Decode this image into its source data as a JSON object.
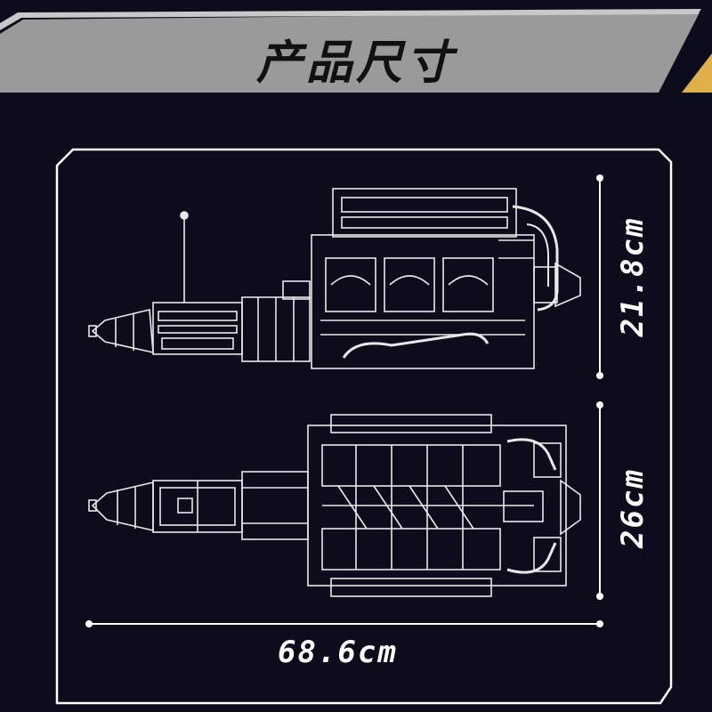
{
  "header": {
    "title": "产品尺寸"
  },
  "dimensions": {
    "height": "21.8cm",
    "width": "26cm",
    "length": "68.6cm"
  },
  "colors": {
    "background": "#0c0c1c",
    "banner": "#9a9a9a",
    "accent_gold": "#e0b04a",
    "line": "#ffffff"
  }
}
